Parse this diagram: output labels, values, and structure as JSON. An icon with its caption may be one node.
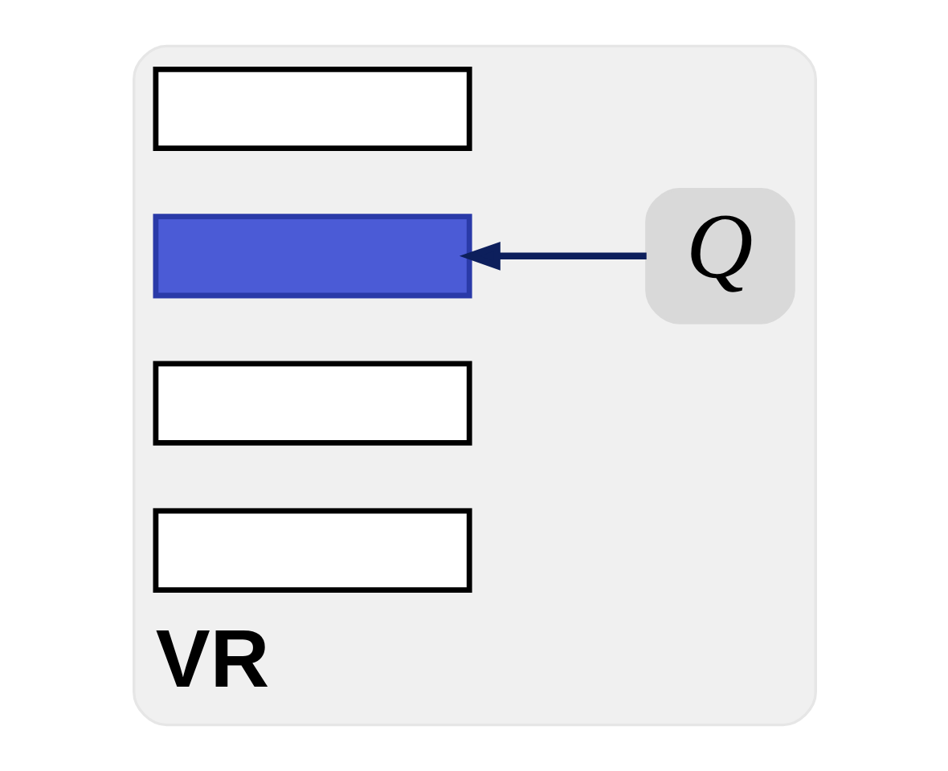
{
  "diagram": {
    "nodes": [
      {
        "text": [
          "VR"
        ]
      },
      {
        "text": [],
        "shape": "bar",
        "in": 0
      },
      {
        "text": [],
        "shape": "bar",
        "in": 0
      },
      {
        "text": [],
        "shape": "bar",
        "in": 0
      },
      {
        "text": [],
        "shape": "bar",
        "in": 0
      },
      {
        "text": [
          "Q"
        ],
        "in": 0
      }
    ],
    "edges": [
      {
        "from": 5,
        "to": 2,
        "arrow": "to",
        "color": "#0d1f5c"
      }
    ]
  }
}
